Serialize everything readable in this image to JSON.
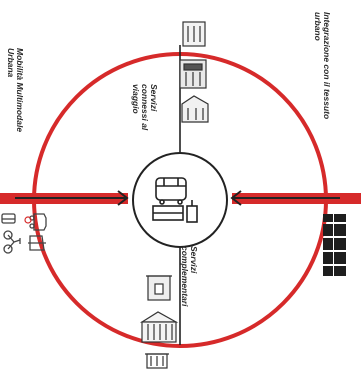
{
  "diagram": {
    "labels": {
      "left": "Mobilità Multimodale\nUrbana",
      "right": "Integrazione con il tessuto\nurbano",
      "services_connected": "Servizi\nconnessi al\nviaggio",
      "services_complementary": "Servizi\ncomplementari"
    },
    "colors": {
      "ring": "#d62a2a",
      "line": "#222222",
      "text": "#2b2b2b"
    },
    "icons": [
      "bus-icon",
      "bicycle-icon",
      "car-icon",
      "building-icon",
      "shop-icon",
      "hub-station-icon",
      "kiosk-icon",
      "columned-building-icon",
      "skyline-icon"
    ]
  }
}
